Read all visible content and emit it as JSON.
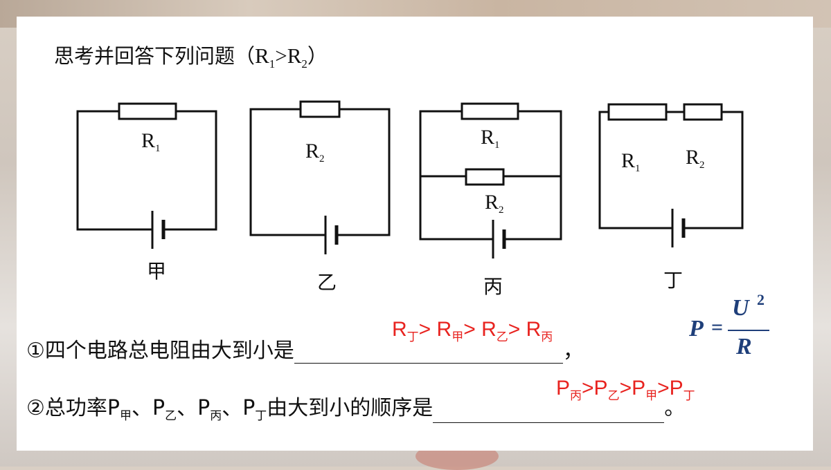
{
  "title": {
    "text": "思考并回答下列问题（",
    "r1": "R",
    "sub1": "1",
    "gt": ">",
    "r2": "R",
    "sub2": "2",
    "close": "）"
  },
  "circuits": [
    {
      "label": "甲",
      "resistors": [
        {
          "name": "R",
          "sub": "1"
        }
      ]
    },
    {
      "label": "乙",
      "resistors": [
        {
          "name": "R",
          "sub": "2"
        }
      ]
    },
    {
      "label": "丙",
      "resistors": [
        {
          "name": "R",
          "sub": "1"
        },
        {
          "name": "R",
          "sub": "2"
        }
      ]
    },
    {
      "label": "丁",
      "resistors": [
        {
          "name": "R",
          "sub": "1"
        },
        {
          "name": "R",
          "sub": "2"
        }
      ]
    }
  ],
  "question1": {
    "text": "①四个电路总电阻由大到小是",
    "end": "，",
    "answer": [
      {
        "base": "R",
        "sub": "丁",
        "sep": "> "
      },
      {
        "base": "R",
        "sub": "甲",
        "sep": "> "
      },
      {
        "base": "R",
        "sub": "乙",
        "sep": "> "
      },
      {
        "base": "R",
        "sub": "丙",
        "sep": ""
      }
    ]
  },
  "question2": {
    "text_pre": "②总功率",
    "items": [
      {
        "base": "P",
        "sub": "甲",
        "sep": "、"
      },
      {
        "base": "P",
        "sub": "乙",
        "sep": "、"
      },
      {
        "base": "P",
        "sub": "丙",
        "sep": "、"
      },
      {
        "base": "P",
        "sub": "丁",
        "sep": ""
      }
    ],
    "text_post": "由大到小的顺序是",
    "end": "。",
    "answer": [
      {
        "base": "P",
        "sub": "丙",
        "sep": ">"
      },
      {
        "base": "P",
        "sub": "乙",
        "sep": ">"
      },
      {
        "base": "P",
        "sub": "甲",
        "sep": ">"
      },
      {
        "base": "P",
        "sub": "丁",
        "sep": ""
      }
    ]
  },
  "formula": {
    "lhs": "P",
    "eq": "=",
    "num": "U",
    "exp": "2",
    "den": "R"
  },
  "colors": {
    "answer": "#e8231f",
    "formula": "#1f3f7a"
  }
}
